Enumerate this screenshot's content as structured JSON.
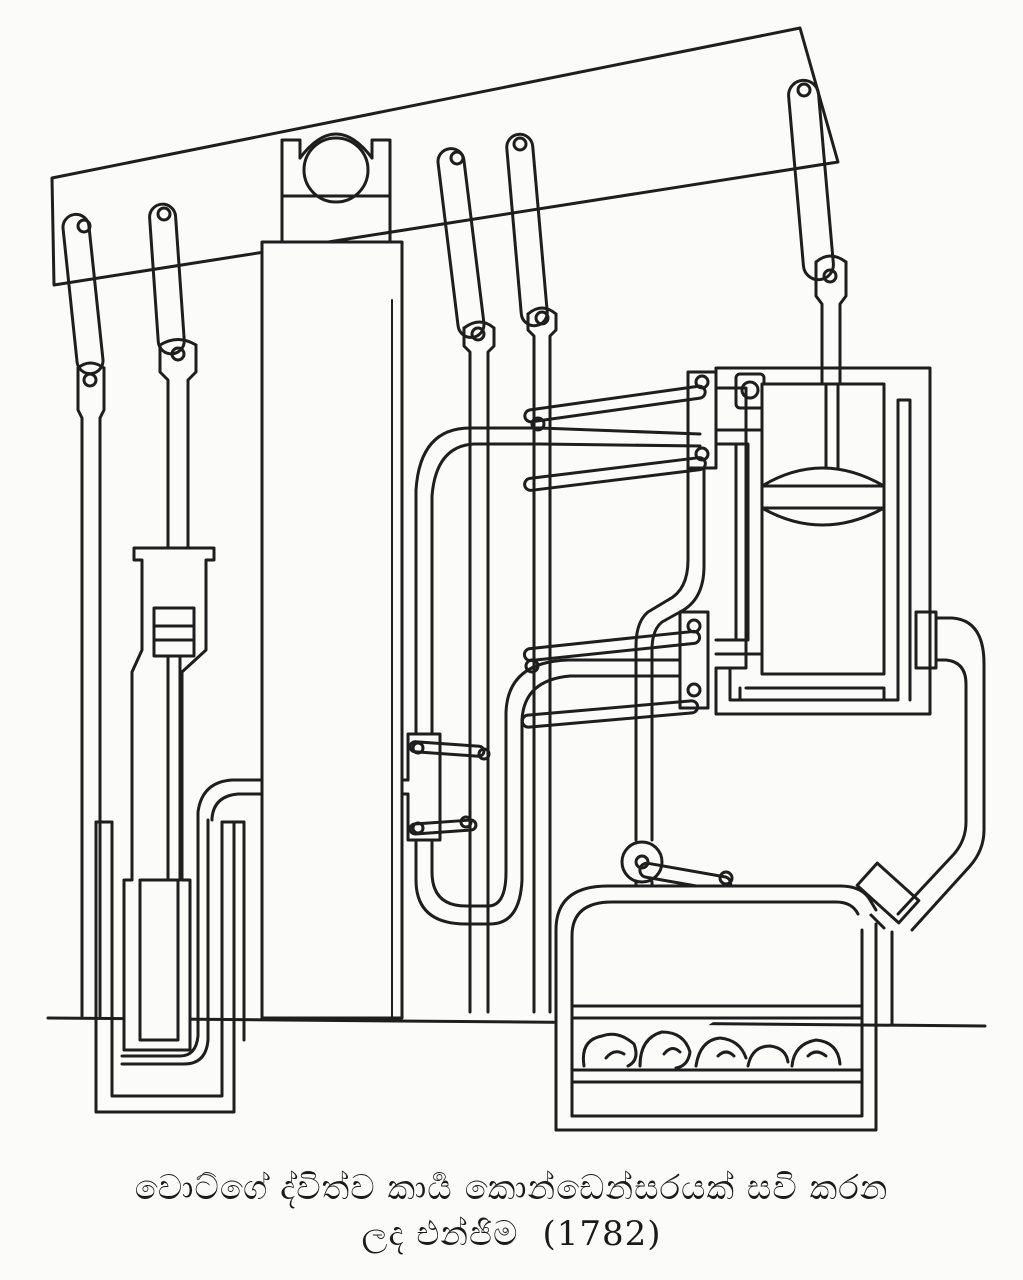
{
  "caption": {
    "line1": "වොට්ගේ ද්විත්ව කාර්‍ය කොන්ඩෙන්සරයක් සවි කරන",
    "line2_text": "ලද එන්ජිම",
    "line2_year": "(1782)"
  },
  "colors": {
    "ink": "#1e1e1e",
    "paper": "#fbfbfa"
  }
}
